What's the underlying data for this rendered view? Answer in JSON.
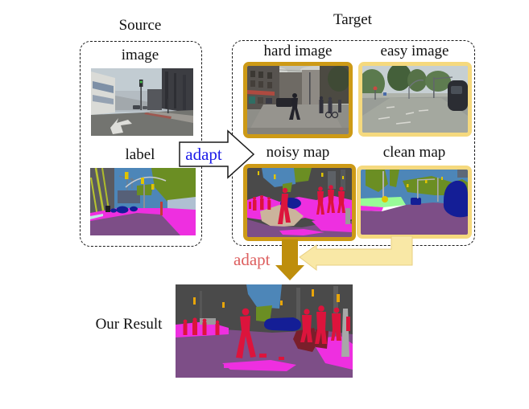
{
  "figure": {
    "source": {
      "title": "Source",
      "image_caption": "image",
      "label_caption": "label"
    },
    "target": {
      "title": "Target",
      "hard_image_caption": "hard image",
      "easy_image_caption": "easy image",
      "noisy_map_caption": "noisy map",
      "clean_map_caption": "clean map"
    },
    "adapt_source_to_target": "adapt",
    "adapt_maps_to_result": "adapt",
    "result_caption": "Our Result"
  },
  "colors": {
    "adapt-blue": "#1a1ae8",
    "adapt-red": "#dd5f5f",
    "frame-hard": "#cd9a16",
    "frame-easy": "#f5d97e",
    "arrow-gold": "#be8e0c",
    "arrow-pale": "#f9e8a6",
    "arrow-pale-edge": "#e8cf82",
    "road": "#7d4e87",
    "sidewalk": "#ee2fe0",
    "building": "#4a4a4a",
    "vegetation": "#6b8e23",
    "sky": "#4d86b8",
    "person": "#dc143c",
    "rider": "#7a1f2b",
    "car": "#141e96",
    "terrain": "#98fb98",
    "sign": "#e0c400"
  }
}
